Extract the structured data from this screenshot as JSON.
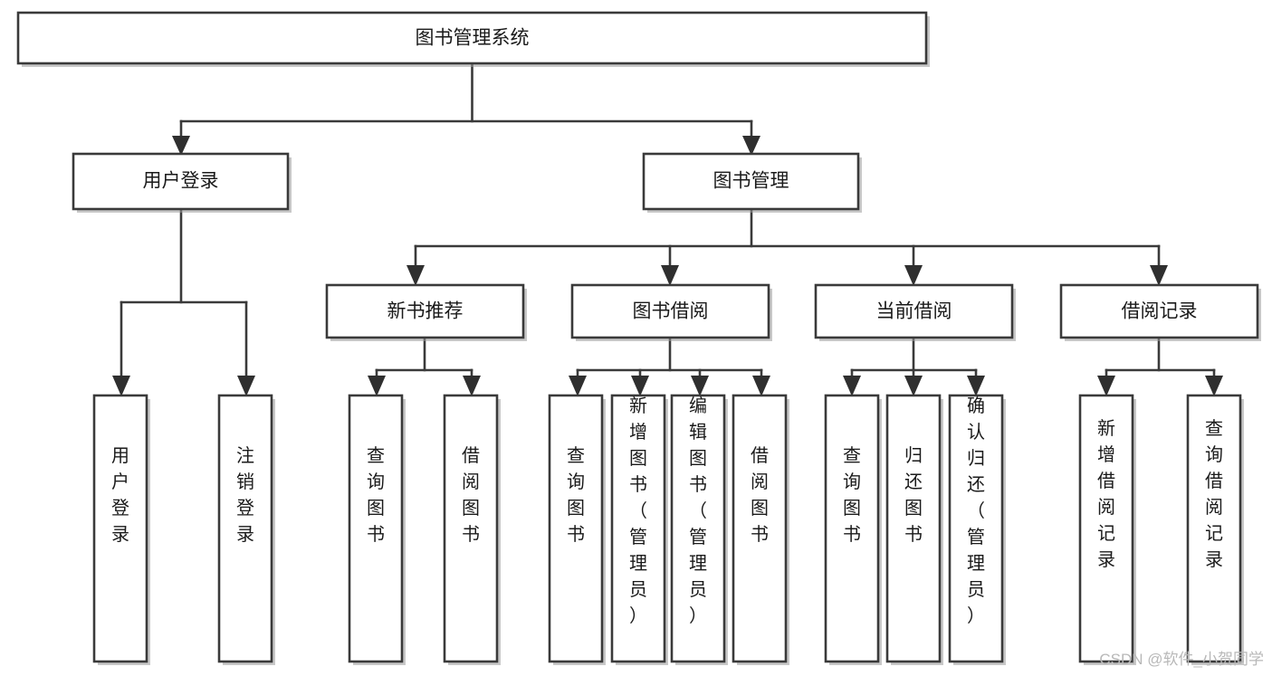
{
  "diagram": {
    "type": "tree-hierarchy",
    "title": "图书管理系统",
    "orientation": "top-down",
    "watermark": "CSDN @软件_小贺同学",
    "colors": {
      "box_fill": "#ffffff",
      "box_stroke": "#3a3a3a",
      "connector": "#3a3a3a",
      "arrow": "#2f2f2f",
      "label_text": "#1a1a1a",
      "watermark_text": "#b8b8b8",
      "background": "#ffffff"
    },
    "levels": {
      "root": "图书管理系统",
      "level2": [
        "用户登录",
        "图书管理"
      ],
      "level3": [
        "新书推荐",
        "图书借阅",
        "当前借阅",
        "借阅记录"
      ]
    }
  },
  "nodes": {
    "root": {
      "label": "图书管理系统"
    },
    "user_login": {
      "label": "用户登录"
    },
    "book_manage": {
      "label": "图书管理"
    },
    "new_book_rec": {
      "label": "新书推荐"
    },
    "book_borrow": {
      "label": "图书借阅"
    },
    "current_borrow": {
      "label": "当前借阅"
    },
    "borrow_record": {
      "label": "借阅记录"
    }
  },
  "leaves": {
    "user_login_children": [
      {
        "label": "用户登录"
      },
      {
        "label": "注销登录"
      }
    ],
    "new_book_rec_children": [
      {
        "label": "查询图书"
      },
      {
        "label": "借阅图书"
      }
    ],
    "book_borrow_children": [
      {
        "label": "查询图书"
      },
      {
        "label": "新增图书（管理员）"
      },
      {
        "label": "编辑图书（管理员）"
      },
      {
        "label": "借阅图书"
      }
    ],
    "current_borrow_children": [
      {
        "label": "查询图书"
      },
      {
        "label": "归还图书"
      },
      {
        "label": "确认归还（管理员）"
      }
    ],
    "borrow_record_children": [
      {
        "label": "新增借阅记录"
      },
      {
        "label": "查询借阅记录"
      }
    ]
  },
  "watermark": {
    "label": "CSDN @软件_小贺同学"
  }
}
